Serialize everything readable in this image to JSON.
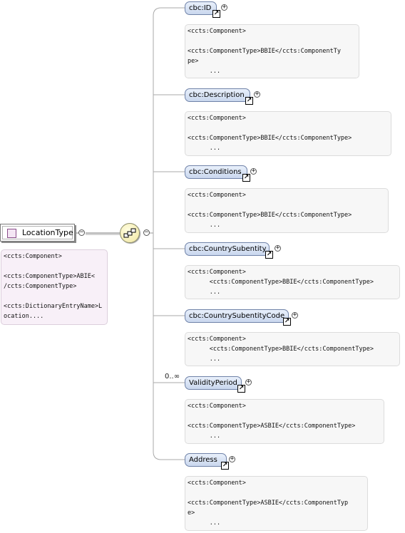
{
  "root": {
    "label": "LocationType",
    "annotation": "<ccts:Component>\n\n<ccts:ComponentType>ABIE<\n/ccts:ComponentType>\n\n<ccts:DictionaryEntryName>L\nocation...."
  },
  "toggles": {
    "minus": "−",
    "plus": "+"
  },
  "ref_glyph": "↗",
  "elements": [
    {
      "label": "cbc:ID",
      "annotation": "<ccts:Component>\n\n<ccts:ComponentType>BBIE</ccts:ComponentTy\npe>\n      ..."
    },
    {
      "label": "cbc:Description",
      "annotation": "<ccts:Component>\n\n<ccts:ComponentType>BBIE</ccts:ComponentType>\n      ..."
    },
    {
      "label": "cbc:Conditions",
      "annotation": "<ccts:Component>\n\n<ccts:ComponentType>BBIE</ccts:ComponentType>\n      ..."
    },
    {
      "label": "cbc:CountrySubentity",
      "annotation": "<ccts:Component>\n      <ccts:ComponentType>BBIE</ccts:ComponentType>\n      ..."
    },
    {
      "label": "cbc:CountrySubentityCode",
      "annotation": "<ccts:Component>\n      <ccts:ComponentType>BBIE</ccts:ComponentType>\n      ..."
    },
    {
      "label": "ValidityPeriod",
      "occurrence": "0..∞",
      "annotation": "<ccts:Component>\n\n<ccts:ComponentType>ASBIE</ccts:ComponentType>\n      ..."
    },
    {
      "label": "Address",
      "annotation": "<ccts:Component>\n\n<ccts:ComponentType>ASBIE</ccts:ComponentTyp\ne>\n      ..."
    }
  ]
}
